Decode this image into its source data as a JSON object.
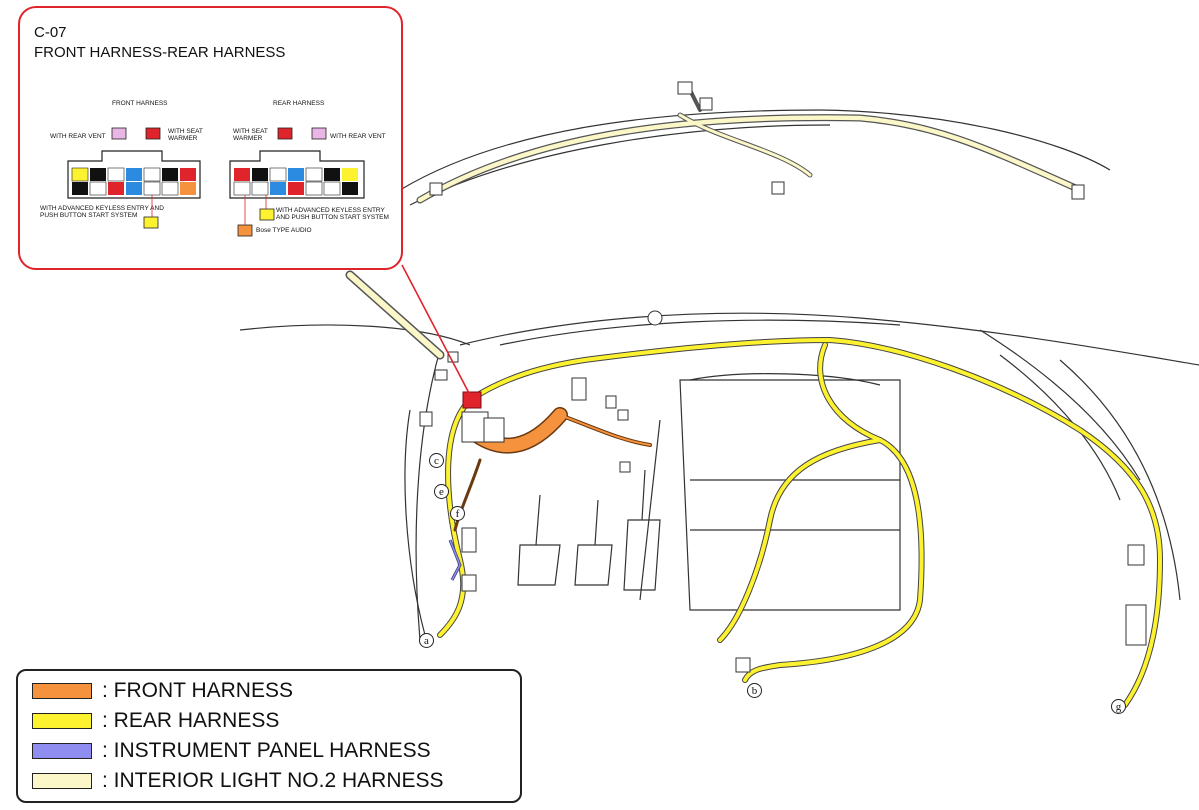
{
  "callout": {
    "code": "C-07",
    "title": "FRONT HARNESS-REAR HARNESS",
    "front": {
      "heading": "FRONT HARNESS",
      "rear_vent": "WITH REAR VENT",
      "seat_warmer": "WITH SEAT WARMER",
      "keyless": "WITH ADVANCED KEYLESS ENTRY AND PUSH BUTTON START SYSTEM"
    },
    "rear": {
      "heading": "REAR HARNESS",
      "seat_warmer": "WITH SEAT WARMER",
      "rear_vent": "WITH REAR VENT",
      "keyless": "WITH ADVANCED KEYLESS ENTRY AND PUSH BUTTON START SYSTEM",
      "bose": "Bose TYPE AUDIO"
    }
  },
  "location_labels": [
    "a",
    "b",
    "c",
    "e",
    "f",
    "g"
  ],
  "legend": [
    {
      "label": ": FRONT HARNESS",
      "color": "#f5923e"
    },
    {
      "label": ": REAR HARNESS",
      "color": "#fdf22f"
    },
    {
      "label": ": INSTRUMENT PANEL HARNESS",
      "color": "#8f8ef0"
    },
    {
      "label": ": INTERIOR LIGHT NO.2 HARNESS",
      "color": "#fbf7c8"
    }
  ],
  "colors": {
    "callout_border": "#e0242c",
    "front": "#f5923e",
    "rear": "#fdf22f",
    "instrument": "#8f8ef0",
    "interior": "#fbf7c8",
    "connector_red": "#e0242c",
    "pin_blue": "#2a8be0"
  },
  "icons": [
    "connector-icon",
    "pin-terminal-icon"
  ]
}
